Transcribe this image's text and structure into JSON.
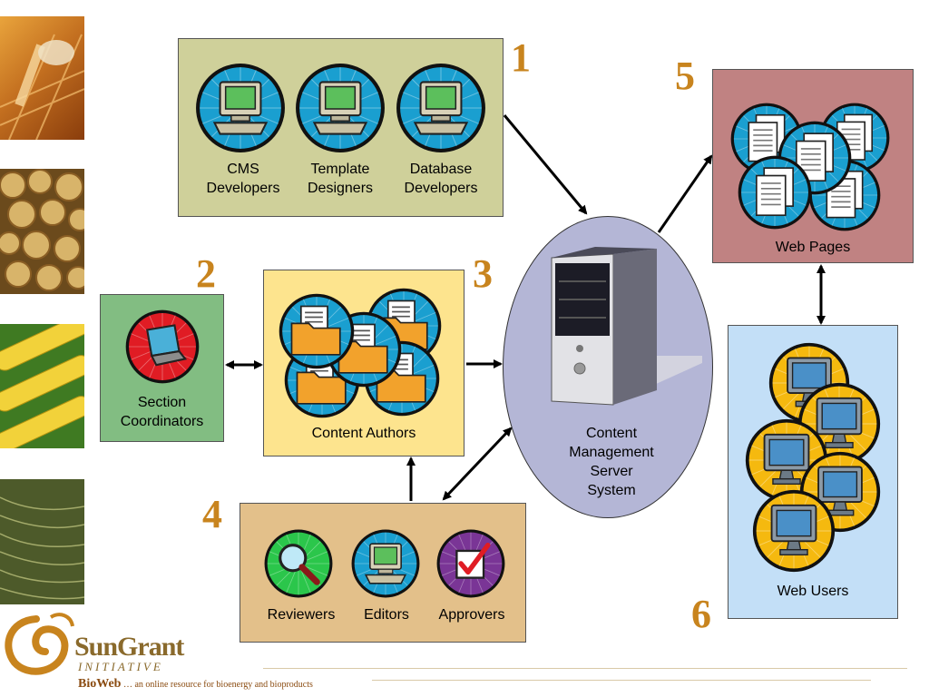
{
  "colors": {
    "box1": "#cfd09a",
    "box2": "#82bd82",
    "box3": "#fde48e",
    "box4": "#e3c08a",
    "box5": "#c08282",
    "box6": "#c3dff7",
    "server_ellipse": "#b4b6d6",
    "number": "#c8841e",
    "icon_blue": "#1a9fd0",
    "icon_red": "#e01c24",
    "icon_green": "#2bc64b",
    "icon_purple": "#7a3596",
    "icon_gold": "#f5b90f"
  },
  "groups": {
    "developers": {
      "number": "1",
      "members": [
        {
          "label": "CMS\nDevelopers",
          "icon": "computer-icon"
        },
        {
          "label": "Template\nDesigners",
          "icon": "computer-icon"
        },
        {
          "label": "Database\nDevelopers",
          "icon": "computer-icon"
        }
      ]
    },
    "coordinators": {
      "number": "2",
      "label": "Section\nCoordinators",
      "icon": "laptop-icon"
    },
    "authors": {
      "number": "3",
      "label": "Content Authors",
      "icon": "folder-stack-icon"
    },
    "reviewers": {
      "number": "4",
      "members": [
        {
          "label": "Reviewers",
          "icon": "magnifier-icon"
        },
        {
          "label": "Editors",
          "icon": "computer-icon"
        },
        {
          "label": "Approvers",
          "icon": "checkbox-icon"
        }
      ]
    },
    "server": {
      "label": "Content\nManagement\nServer\nSystem",
      "icon": "server-tower-icon"
    },
    "web_pages": {
      "number": "5",
      "label": "Web Pages",
      "icon": "document-stack-icon"
    },
    "web_users": {
      "number": "6",
      "label": "Web Users",
      "icon": "monitor-stack-icon"
    }
  },
  "branding": {
    "logo_line1": "SunGrant",
    "logo_line2": "INITIATIVE",
    "footer_brand": "BioWeb",
    "footer_tagline": " … an online resource for bioenergy and bioproducts"
  }
}
